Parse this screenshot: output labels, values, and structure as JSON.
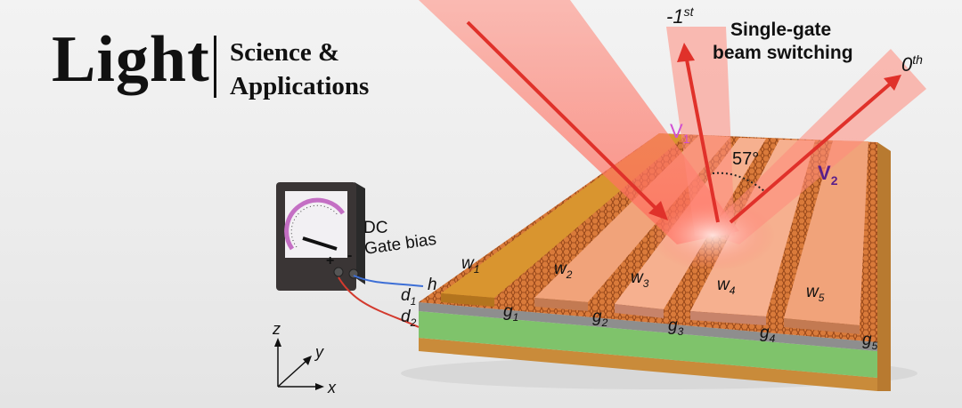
{
  "logo": {
    "main": "Light",
    "sub_line1": "Science &",
    "sub_line2": "Applications"
  },
  "diagram": {
    "title_line1": "Single-gate",
    "title_line2": "beam switching",
    "order_minus1": "-1",
    "order_minus1_sup": "st",
    "order_zero": "0",
    "order_zero_sup": "th",
    "angle": "57°",
    "v1": "V",
    "v1_sub": "1",
    "v2": "V",
    "v2_sub": "2",
    "dc_line1": "DC",
    "dc_line2": "Gate bias",
    "plus": "+",
    "minus": "-",
    "h": "h",
    "d": "d",
    "d1_sub": "1",
    "d2_sub": "2",
    "w": "w",
    "w_subs": [
      "1",
      "2",
      "3",
      "4",
      "5"
    ],
    "g": "g",
    "g_subs": [
      "1",
      "2",
      "3",
      "4",
      "5"
    ],
    "axis_z": "z",
    "axis_y": "y",
    "axis_x": "x"
  },
  "colors": {
    "beam": "#ff7d6e",
    "gold": "#d9952f",
    "green": "#7fc36b",
    "v1": "#d14fd1",
    "v2": "#5a1e8a"
  }
}
